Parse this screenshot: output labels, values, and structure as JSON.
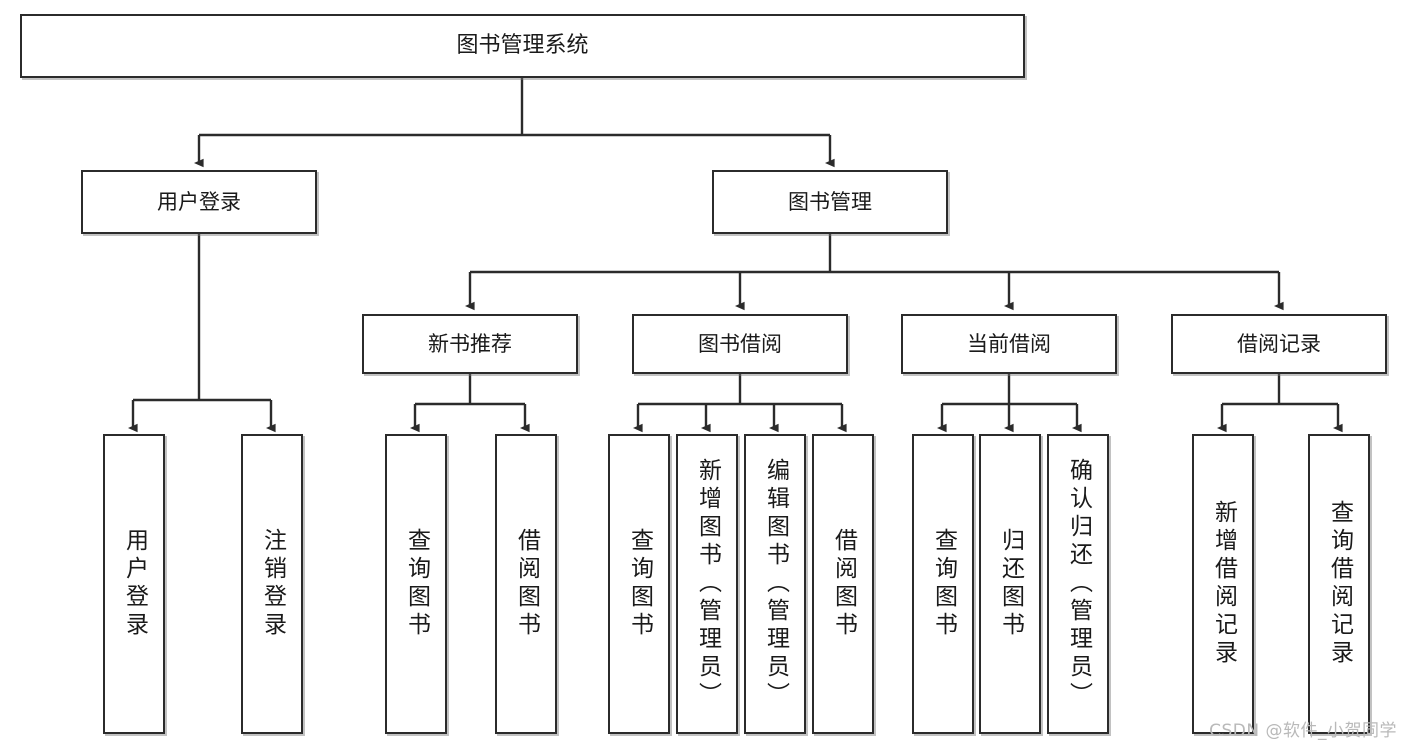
{
  "diagram": {
    "title": "图书管理系统",
    "type": "tree",
    "watermark": "CSDN @软件_小贺同学",
    "colors": {
      "box_border": "#2b2b2b",
      "box_fill": "#ffffff",
      "edge": "#2b2b2b",
      "text": "#1a1a1a",
      "watermark": "#b9b9b9"
    },
    "nodes": {
      "root": {
        "label": "图书管理系统"
      },
      "level1": [
        {
          "id": "user-login",
          "label": "用户登录"
        },
        {
          "id": "book-manage",
          "label": "图书管理"
        }
      ],
      "level2": [
        {
          "id": "new-book-rec",
          "label": "新书推荐"
        },
        {
          "id": "book-borrow",
          "label": "图书借阅"
        },
        {
          "id": "current-borrow",
          "label": "当前借阅"
        },
        {
          "id": "borrow-record",
          "label": "借阅记录"
        }
      ],
      "leaves": {
        "user-login": [
          {
            "id": "leaf-user-login",
            "label": "用户登录"
          },
          {
            "id": "leaf-logout-login",
            "label": "注销登录"
          }
        ],
        "new-book-rec": [
          {
            "id": "leaf-query-book-1",
            "label": "查询图书"
          },
          {
            "id": "leaf-borrow-book-1",
            "label": "借阅图书"
          }
        ],
        "book-borrow": [
          {
            "id": "leaf-query-book-2",
            "label": "查询图书"
          },
          {
            "id": "leaf-add-book",
            "label": "新增图书（管理员）"
          },
          {
            "id": "leaf-edit-book",
            "label": "编辑图书（管理员）"
          },
          {
            "id": "leaf-borrow-book-2",
            "label": "借阅图书"
          }
        ],
        "current-borrow": [
          {
            "id": "leaf-query-book-3",
            "label": "查询图书"
          },
          {
            "id": "leaf-return-book",
            "label": "归还图书"
          },
          {
            "id": "leaf-confirm-return",
            "label": "确认归还（管理员）"
          }
        ],
        "borrow-record": [
          {
            "id": "leaf-add-record",
            "label": "新增借阅记录"
          },
          {
            "id": "leaf-query-record",
            "label": "查询借阅记录"
          }
        ]
      }
    }
  }
}
